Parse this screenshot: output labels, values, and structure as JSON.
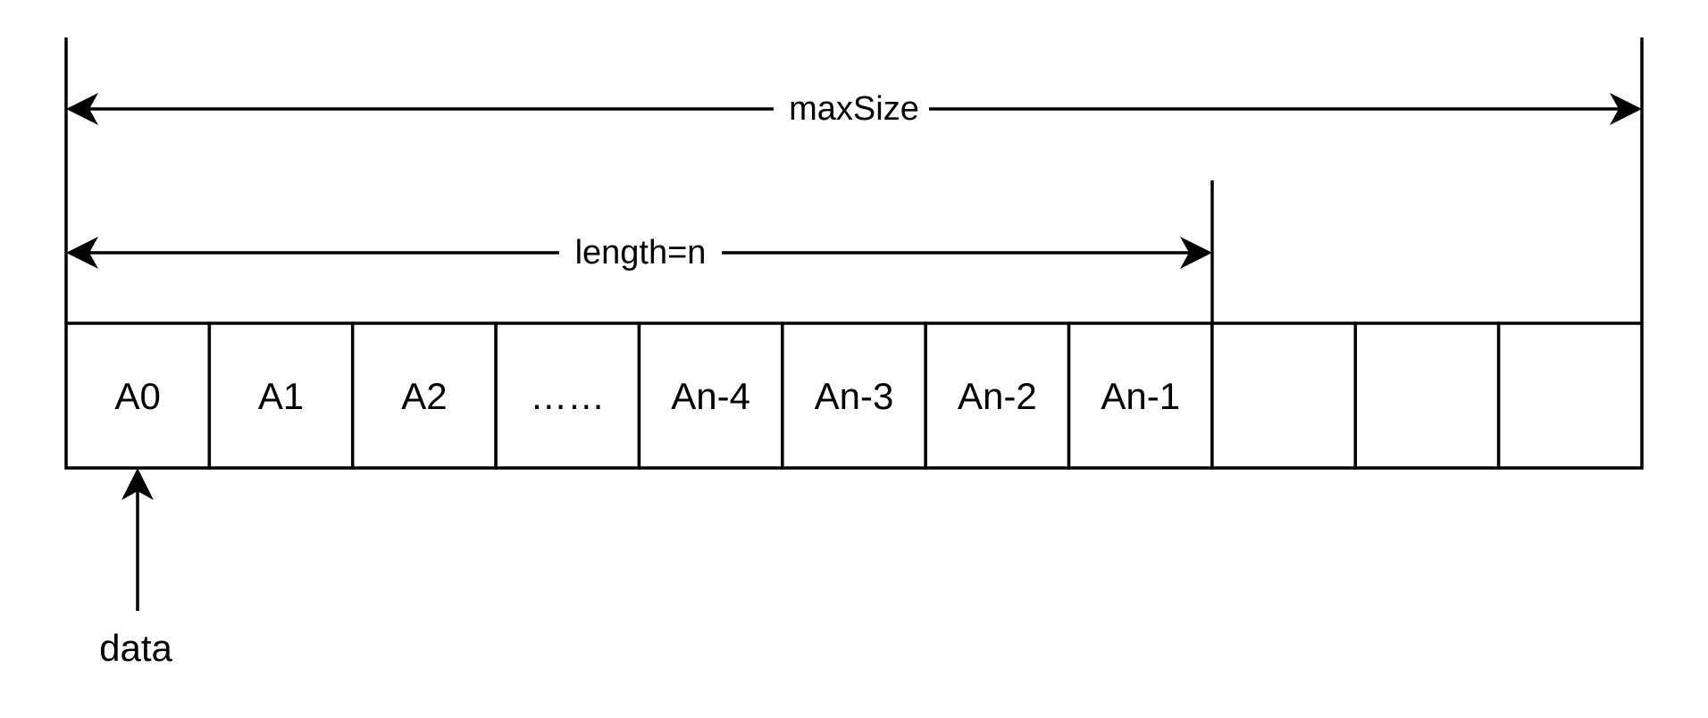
{
  "diagram": {
    "max_size_label": "maxSize",
    "length_label": "length=n",
    "pointer_label": "data",
    "cells": [
      "A0",
      "A1",
      "A2",
      "……",
      "An-4",
      "An-3",
      "An-2",
      "An-1",
      "",
      "",
      ""
    ]
  }
}
